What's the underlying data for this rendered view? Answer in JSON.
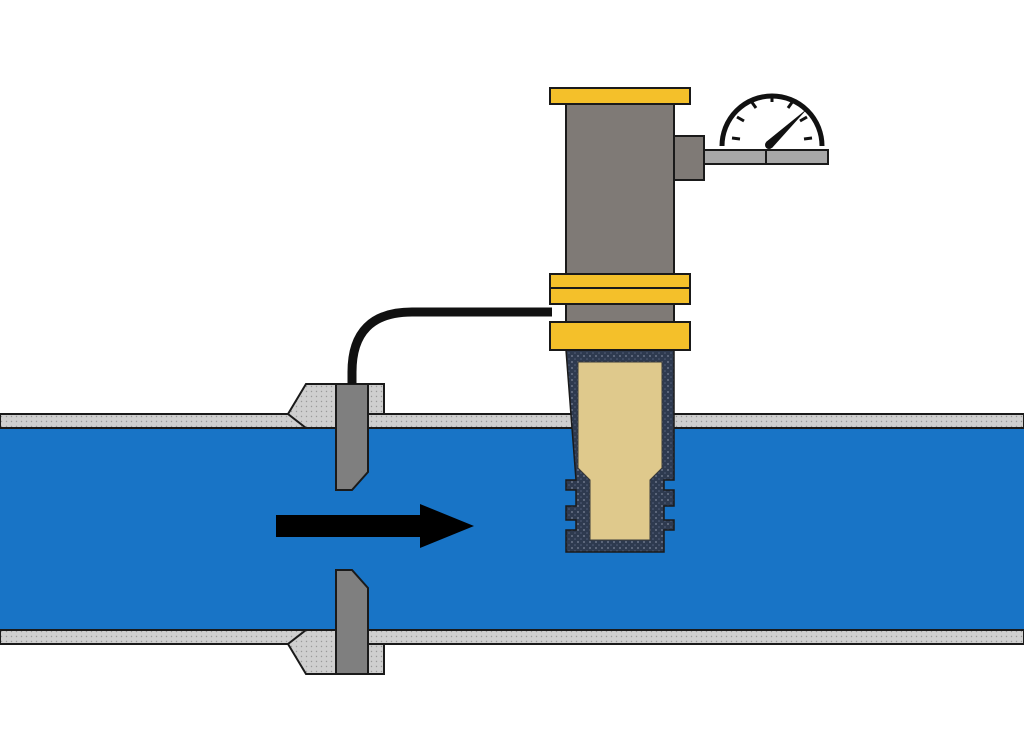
{
  "diagram": {
    "labels": [],
    "components": [
      {
        "id": "pipe-wall",
        "icon": "pipe-icon"
      },
      {
        "id": "water-flow",
        "icon": "fluid-icon"
      },
      {
        "id": "orifice-plate",
        "icon": "orifice-plate-icon"
      },
      {
        "id": "sensor-housing",
        "icon": "sensor-icon"
      },
      {
        "id": "impulse-tube",
        "icon": "tube-icon"
      },
      {
        "id": "pressure-gauge",
        "icon": "gauge-icon"
      },
      {
        "id": "flow-direction-arrow",
        "icon": "arrow-right-icon"
      }
    ]
  },
  "colors": {
    "background": "#ffffff",
    "water": "#1874c6",
    "pipe_wall": "#cccccc",
    "outline": "#1a1a1a",
    "orifice_plate": "#7f7f7f",
    "housing_body": "#7f7a76",
    "flange_gold": "#f4c02a",
    "insert_tan": "#dfc98c",
    "insert_shell": "#2e3a4f",
    "arrow": "#000000",
    "gauge_stem": "#a8a8a8"
  }
}
